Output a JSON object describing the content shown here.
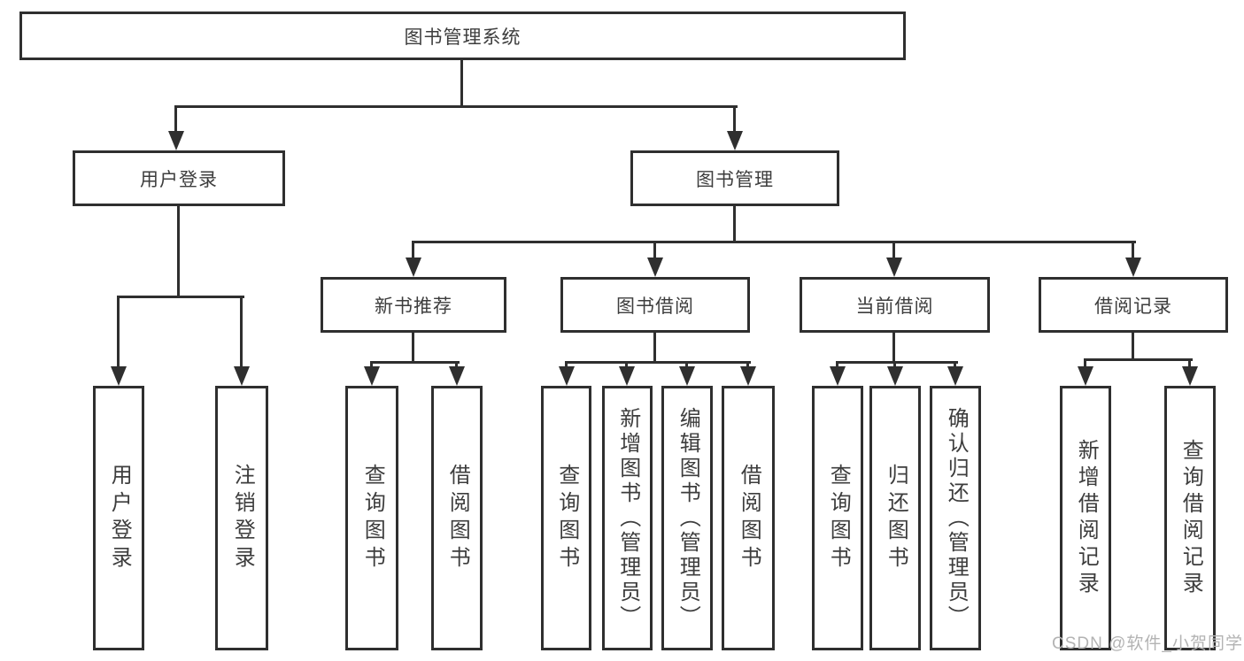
{
  "watermark": "CSDN @软件_小贺同学",
  "colors": {
    "line": "#2f2f2f",
    "text": "#3d3d3d",
    "watermark": "#b3b3b3",
    "background": "#ffffff"
  },
  "tree": {
    "root": {
      "label": "图书管理系统"
    },
    "children": [
      {
        "label": "用户登录",
        "children": [
          {
            "label": "用户登录"
          },
          {
            "label": "注销登录"
          }
        ]
      },
      {
        "label": "图书管理",
        "children": [
          {
            "label": "新书推荐",
            "children": [
              {
                "label": "查询图书"
              },
              {
                "label": "借阅图书"
              }
            ]
          },
          {
            "label": "图书借阅",
            "children": [
              {
                "label": "查询图书"
              },
              {
                "label": "新增图书（管理员）"
              },
              {
                "label": "编辑图书（管理员）"
              },
              {
                "label": "借阅图书"
              }
            ]
          },
          {
            "label": "当前借阅",
            "children": [
              {
                "label": "查询图书"
              },
              {
                "label": "归还图书"
              },
              {
                "label": "确认归还（管理员）"
              }
            ]
          },
          {
            "label": "借阅记录",
            "children": [
              {
                "label": "新增借阅记录"
              },
              {
                "label": "查询借阅记录"
              }
            ]
          }
        ]
      }
    ]
  }
}
